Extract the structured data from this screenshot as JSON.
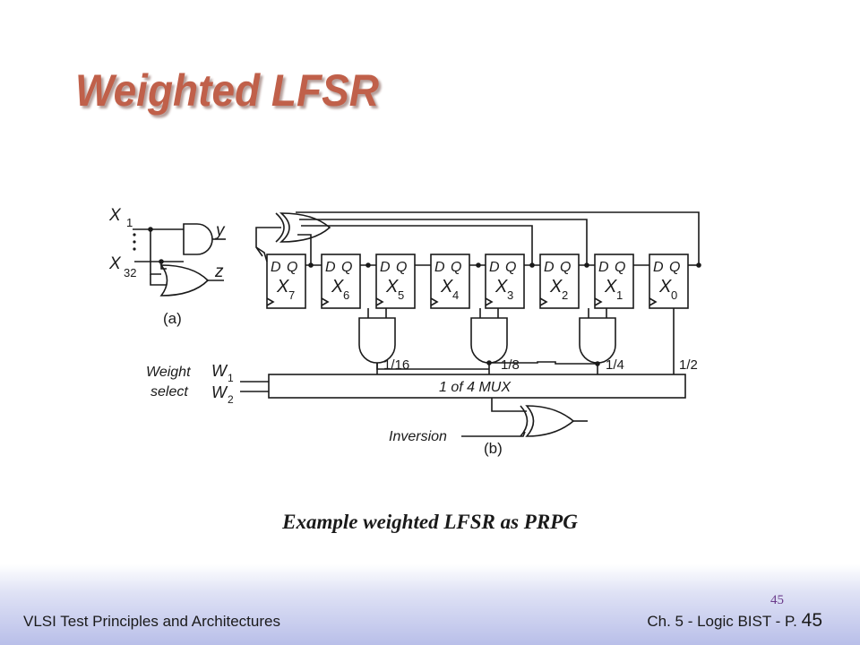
{
  "slide": {
    "title": "Weighted LFSR",
    "caption": "Example weighted LFSR as PRPG",
    "page_small": "45"
  },
  "footer": {
    "left": "VLSI Test Principles and Architectures",
    "right_prefix": "Ch. 5 - Logic BIST - P.",
    "right_page": "45"
  },
  "diagram": {
    "part_a": {
      "input_top": "X",
      "input_top_sub": "1",
      "input_bottom": "X",
      "input_bottom_sub": "32",
      "and_output": "y",
      "or_output": "z",
      "label": "(a)"
    },
    "part_b": {
      "flipflops": [
        {
          "d": "D",
          "q": "Q",
          "name": "X",
          "sub": "7"
        },
        {
          "d": "D",
          "q": "Q",
          "name": "X",
          "sub": "6"
        },
        {
          "d": "D",
          "q": "Q",
          "name": "X",
          "sub": "5"
        },
        {
          "d": "D",
          "q": "Q",
          "name": "X",
          "sub": "4"
        },
        {
          "d": "D",
          "q": "Q",
          "name": "X",
          "sub": "3"
        },
        {
          "d": "D",
          "q": "Q",
          "name": "X",
          "sub": "2"
        },
        {
          "d": "D",
          "q": "Q",
          "name": "X",
          "sub": "1"
        },
        {
          "d": "D",
          "q": "Q",
          "name": "X",
          "sub": "0"
        }
      ],
      "weights": [
        "1/16",
        "1/8",
        "1/4",
        "1/2"
      ],
      "weight_select_line1": "Weight",
      "weight_select_line2": "select",
      "w1": "W",
      "w1_sub": "1",
      "w2": "W",
      "w2_sub": "2",
      "mux_label": "1 of 4 MUX",
      "inversion": "Inversion",
      "label": "(b)"
    }
  }
}
